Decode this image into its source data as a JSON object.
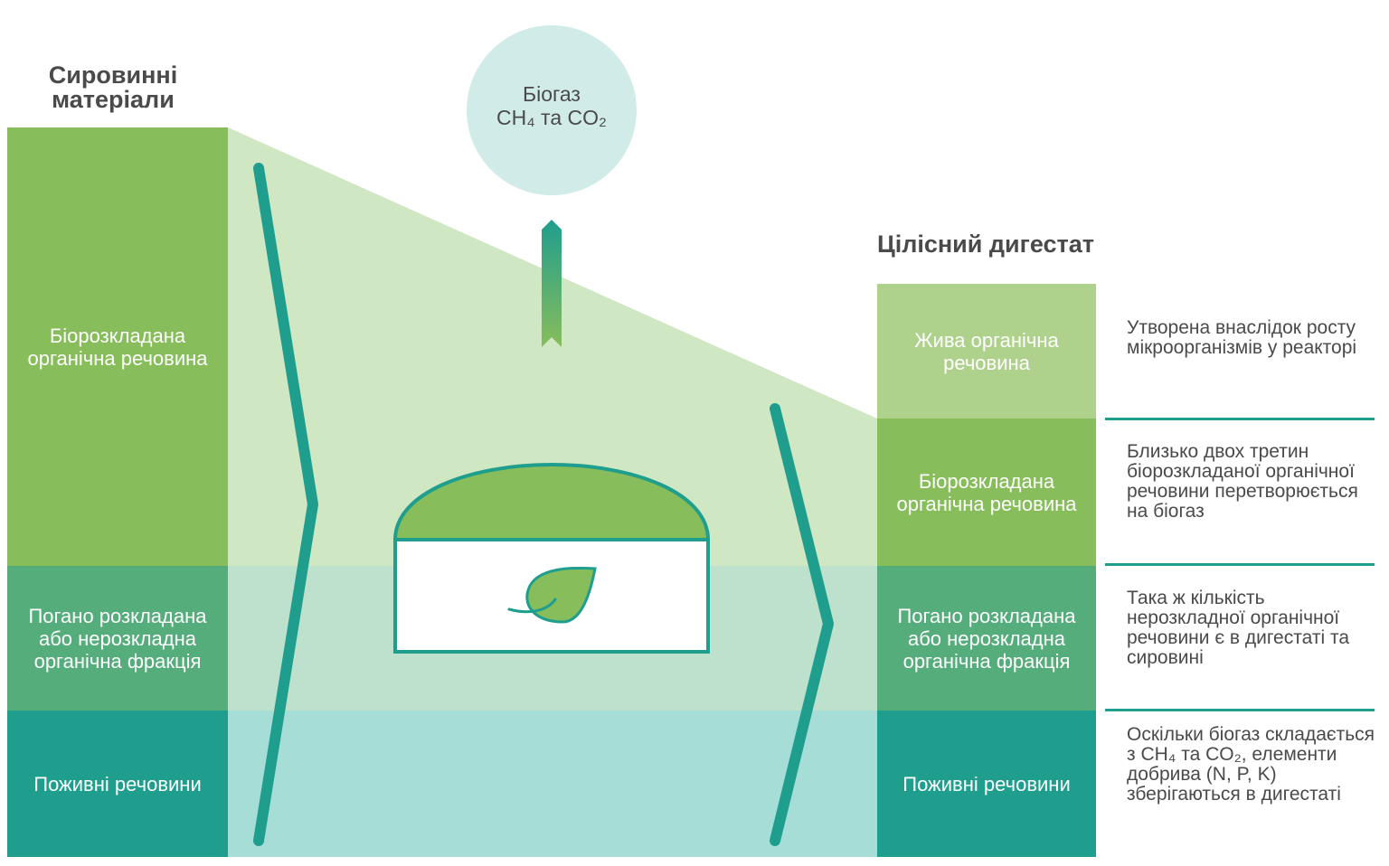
{
  "headings": {
    "raw_materials": "Сировинні матеріали",
    "digestate": "Цілісний дигестат"
  },
  "biogas": {
    "title": "Біогаз",
    "formula": "CH₄ та CO₂"
  },
  "left_blocks": [
    {
      "label": "Біорозкладана органічна речовина"
    },
    {
      "label": "Погано розкладана або нерозкладна органічна фракція"
    },
    {
      "label": "Поживні речовини"
    }
  ],
  "right_blocks": [
    {
      "label": "Жива органічна речовина"
    },
    {
      "label": "Біорозкладана органічна речовина"
    },
    {
      "label": "Погано розкладана або нерозкладна органічна фракція"
    },
    {
      "label": "Поживні речовини"
    }
  ],
  "descriptions": [
    "Утворена внаслідок росту мікроорганізмів у реакторі",
    "Близько двох третин біорозкладаної органічної речовини перетворюється на біогаз",
    "Така ж кількість нерозкладної органічної речовини є в дигестаті та сировині",
    "Оскільки біогаз складається з CH₄ та CO₂, елементи добрива (N, P, K) зберігаються в дигестаті"
  ],
  "icons": {
    "digester": "digester-icon",
    "leaf": "leaf-icon",
    "arrow_up": "arrow-up-icon",
    "chevron": "chevron-right-icon"
  },
  "colors": {
    "green_dark": "#87bd5b",
    "green_light": "#aed28c",
    "green_mid": "#56ad7c",
    "teal": "#1f9e8e",
    "funnel_top": "#d0e7c3",
    "funnel_mid": "#bee1cd",
    "funnel_bottom": "#a6ddd6",
    "bubble": "#d1ece8"
  }
}
